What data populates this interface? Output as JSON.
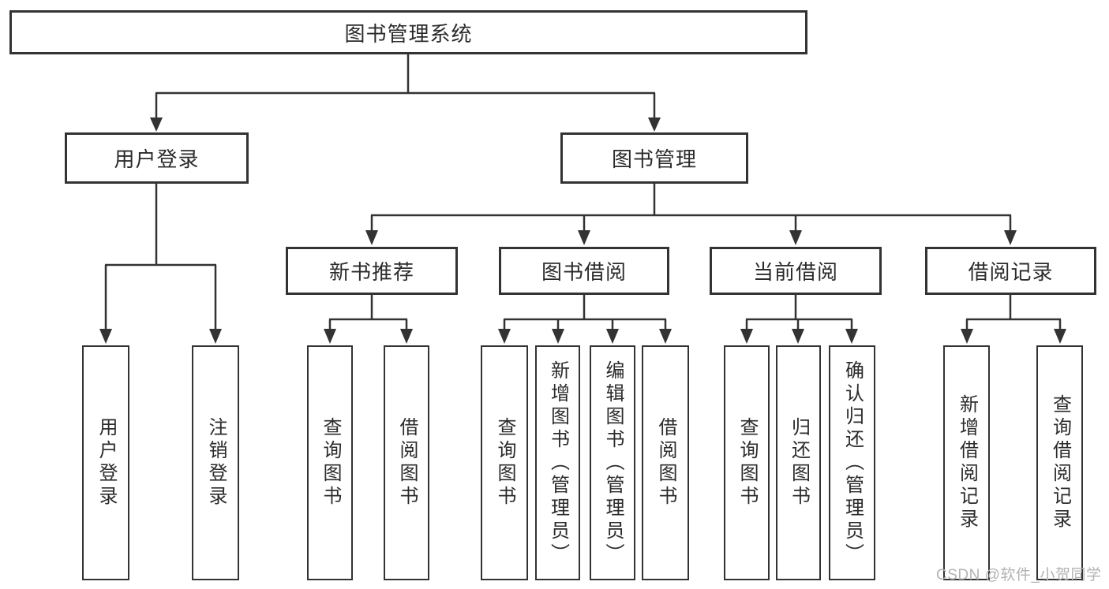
{
  "diagram": {
    "root": {
      "label": "图书管理系统"
    },
    "branches": [
      {
        "label": "用户登录",
        "children": [
          {
            "label": "用户登录"
          },
          {
            "label": "注销登录"
          }
        ]
      },
      {
        "label": "图书管理",
        "sections": [
          {
            "label": "新书推荐",
            "children": [
              {
                "label": "查询图书"
              },
              {
                "label": "借阅图书"
              }
            ]
          },
          {
            "label": "图书借阅",
            "children": [
              {
                "label": "查询图书"
              },
              {
                "label": "新增图书（管理员）"
              },
              {
                "label": "编辑图书（管理员）"
              },
              {
                "label": "借阅图书"
              }
            ]
          },
          {
            "label": "当前借阅",
            "children": [
              {
                "label": "查询图书"
              },
              {
                "label": "归还图书"
              },
              {
                "label": "确认归还（管理员）"
              }
            ]
          },
          {
            "label": "借阅记录",
            "children": [
              {
                "label": "新增借阅记录"
              },
              {
                "label": "查询借阅记录"
              }
            ]
          }
        ]
      }
    ]
  },
  "watermark": {
    "text": "CSDN @软件_小贺同学"
  },
  "colors": {
    "line": "#333333",
    "text": "#2b2b2b",
    "watermark": "#b3b3b3",
    "background": "#ffffff"
  }
}
